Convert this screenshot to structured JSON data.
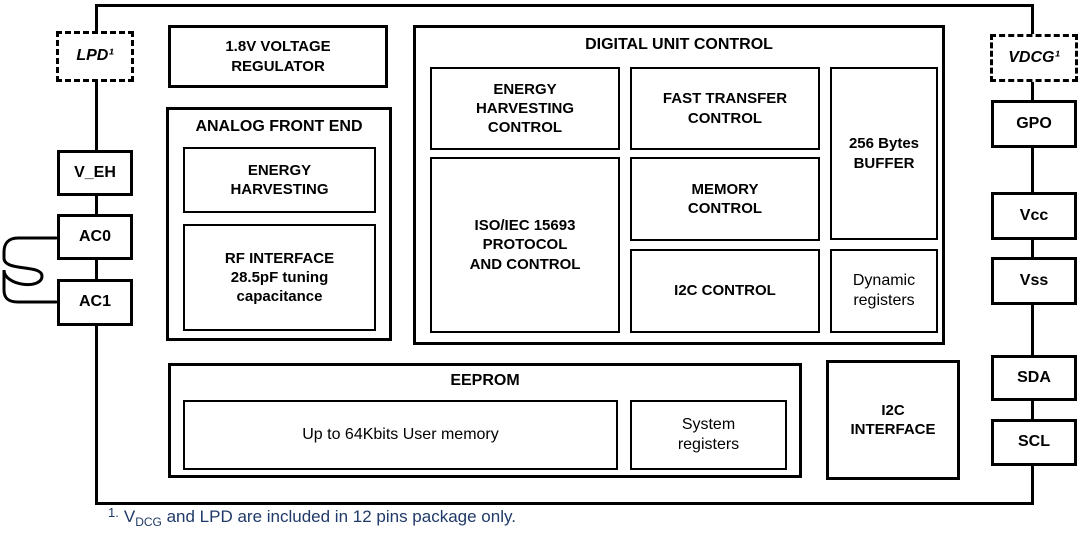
{
  "diagram": {
    "colors": {
      "line": "#000000",
      "background": "#ffffff",
      "footnote_text": "#1f3a68"
    },
    "icons": {
      "antenna_coil": "antenna-coil-icon"
    },
    "pins": {
      "left": [
        {
          "label": "LPD¹",
          "style": "dashed"
        },
        {
          "label": "V_EH",
          "style": "solid"
        },
        {
          "label": "AC0",
          "style": "solid"
        },
        {
          "label": "AC1",
          "style": "solid"
        }
      ],
      "right": [
        {
          "label": "VDCG¹",
          "style": "dashed"
        },
        {
          "label": "GPO",
          "style": "solid"
        },
        {
          "label": "Vcc",
          "style": "solid"
        },
        {
          "label": "Vss",
          "style": "solid"
        },
        {
          "label": "SDA",
          "style": "solid"
        },
        {
          "label": "SCL",
          "style": "solid"
        }
      ]
    },
    "blocks": {
      "voltage_regulator": {
        "label": "1.8V VOLTAGE\nREGULATOR"
      },
      "analog_front_end": {
        "title": "ANALOG FRONT END",
        "energy_harvesting": {
          "label": "ENERGY\nHARVESTING"
        },
        "rf_interface": {
          "label": "RF INTERFACE\n28.5pF tuning\ncapacitance"
        }
      },
      "digital_unit_control": {
        "title": "DIGITAL UNIT CONTROL",
        "energy_harvesting_control": {
          "label": "ENERGY\nHARVESTING\nCONTROL"
        },
        "fast_transfer_control": {
          "label": "FAST TRANSFER\nCONTROL"
        },
        "buffer": {
          "label": "256 Bytes\nBUFFER"
        },
        "iso_protocol": {
          "label": "ISO/IEC 15693\nPROTOCOL\nAND CONTROL"
        },
        "memory_control": {
          "label": "MEMORY\nCONTROL"
        },
        "i2c_control": {
          "label": "I2C CONTROL"
        },
        "dynamic_registers": {
          "label": "Dynamic\nregisters"
        }
      },
      "eeprom": {
        "title": "EEPROM",
        "user_memory": {
          "label": "Up to 64Kbits User memory"
        },
        "system_registers": {
          "label": "System\nregisters"
        }
      },
      "i2c_interface": {
        "label": "I2C\nINTERFACE"
      }
    },
    "footnote": {
      "marker": "1.",
      "pre": "V",
      "sub": "DCG",
      "rest": " and LPD are included in 12 pins package only."
    }
  }
}
